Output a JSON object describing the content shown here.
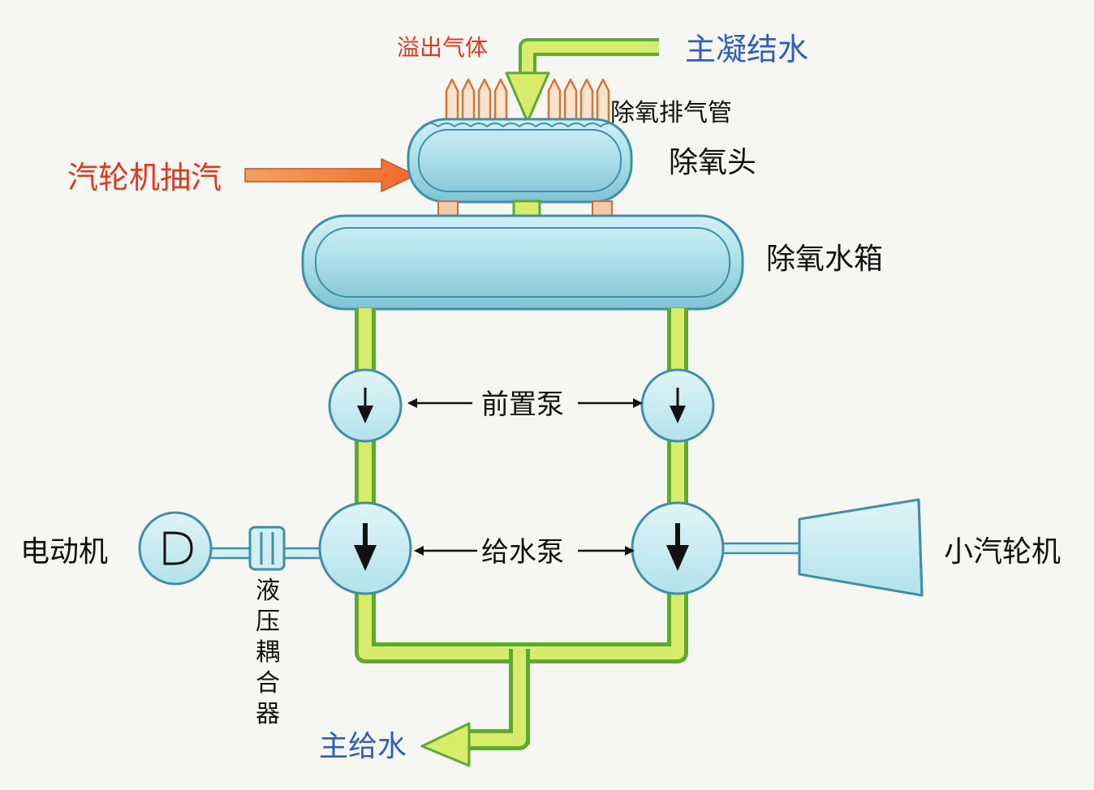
{
  "labels": {
    "overflow_gas": "溢出气体",
    "main_condensate": "主凝结水",
    "vent_pipe": "除氧排气管",
    "deaerator_head": "除氧头",
    "turbine_extraction": "汽轮机抽汽",
    "deaerator_tank": "除氧水箱",
    "booster_pump": "前置泵",
    "feed_pump": "给水泵",
    "motor": "电动机",
    "small_turbine": "小汽轮机",
    "hydraulic_coupling": [
      "液",
      "压",
      "耦",
      "合",
      "器"
    ],
    "main_feedwater": "主给水"
  },
  "colors": {
    "pipe_fill": "#d6ec6a",
    "pipe_outline": "#5fa832",
    "tank_fill": "#aee0ea",
    "tank_outline": "#3f8fa6",
    "steam_arrow": "#f07a3a",
    "red_text": "#e0391f",
    "blue_text": "#2f5fb8"
  }
}
